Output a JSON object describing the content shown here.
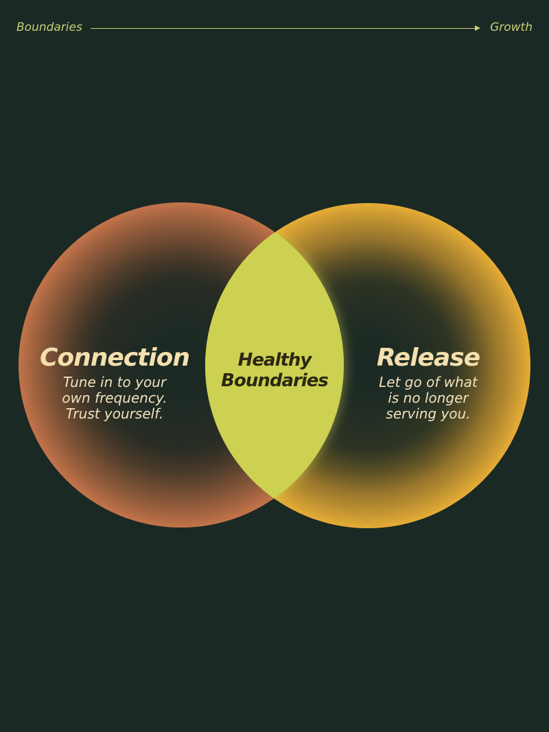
{
  "header": {
    "from_label": "Boundaries",
    "to_label": "Growth"
  },
  "venn": {
    "left": {
      "title": "Connection",
      "lines": [
        "Tune in to your",
        "own frequency.",
        "Trust yourself."
      ],
      "color": "#c4744a"
    },
    "right": {
      "title": "Release",
      "lines": [
        "Let go of what",
        "is no longer",
        "serving you."
      ],
      "color": "#e6ad36"
    },
    "overlap": {
      "lines": [
        "Healthy",
        "Boundaries"
      ],
      "color": "#cdd152"
    }
  },
  "colors": {
    "background": "#1b2924",
    "accent_line": "#c7d07a",
    "title_text": "#f4dfae"
  }
}
